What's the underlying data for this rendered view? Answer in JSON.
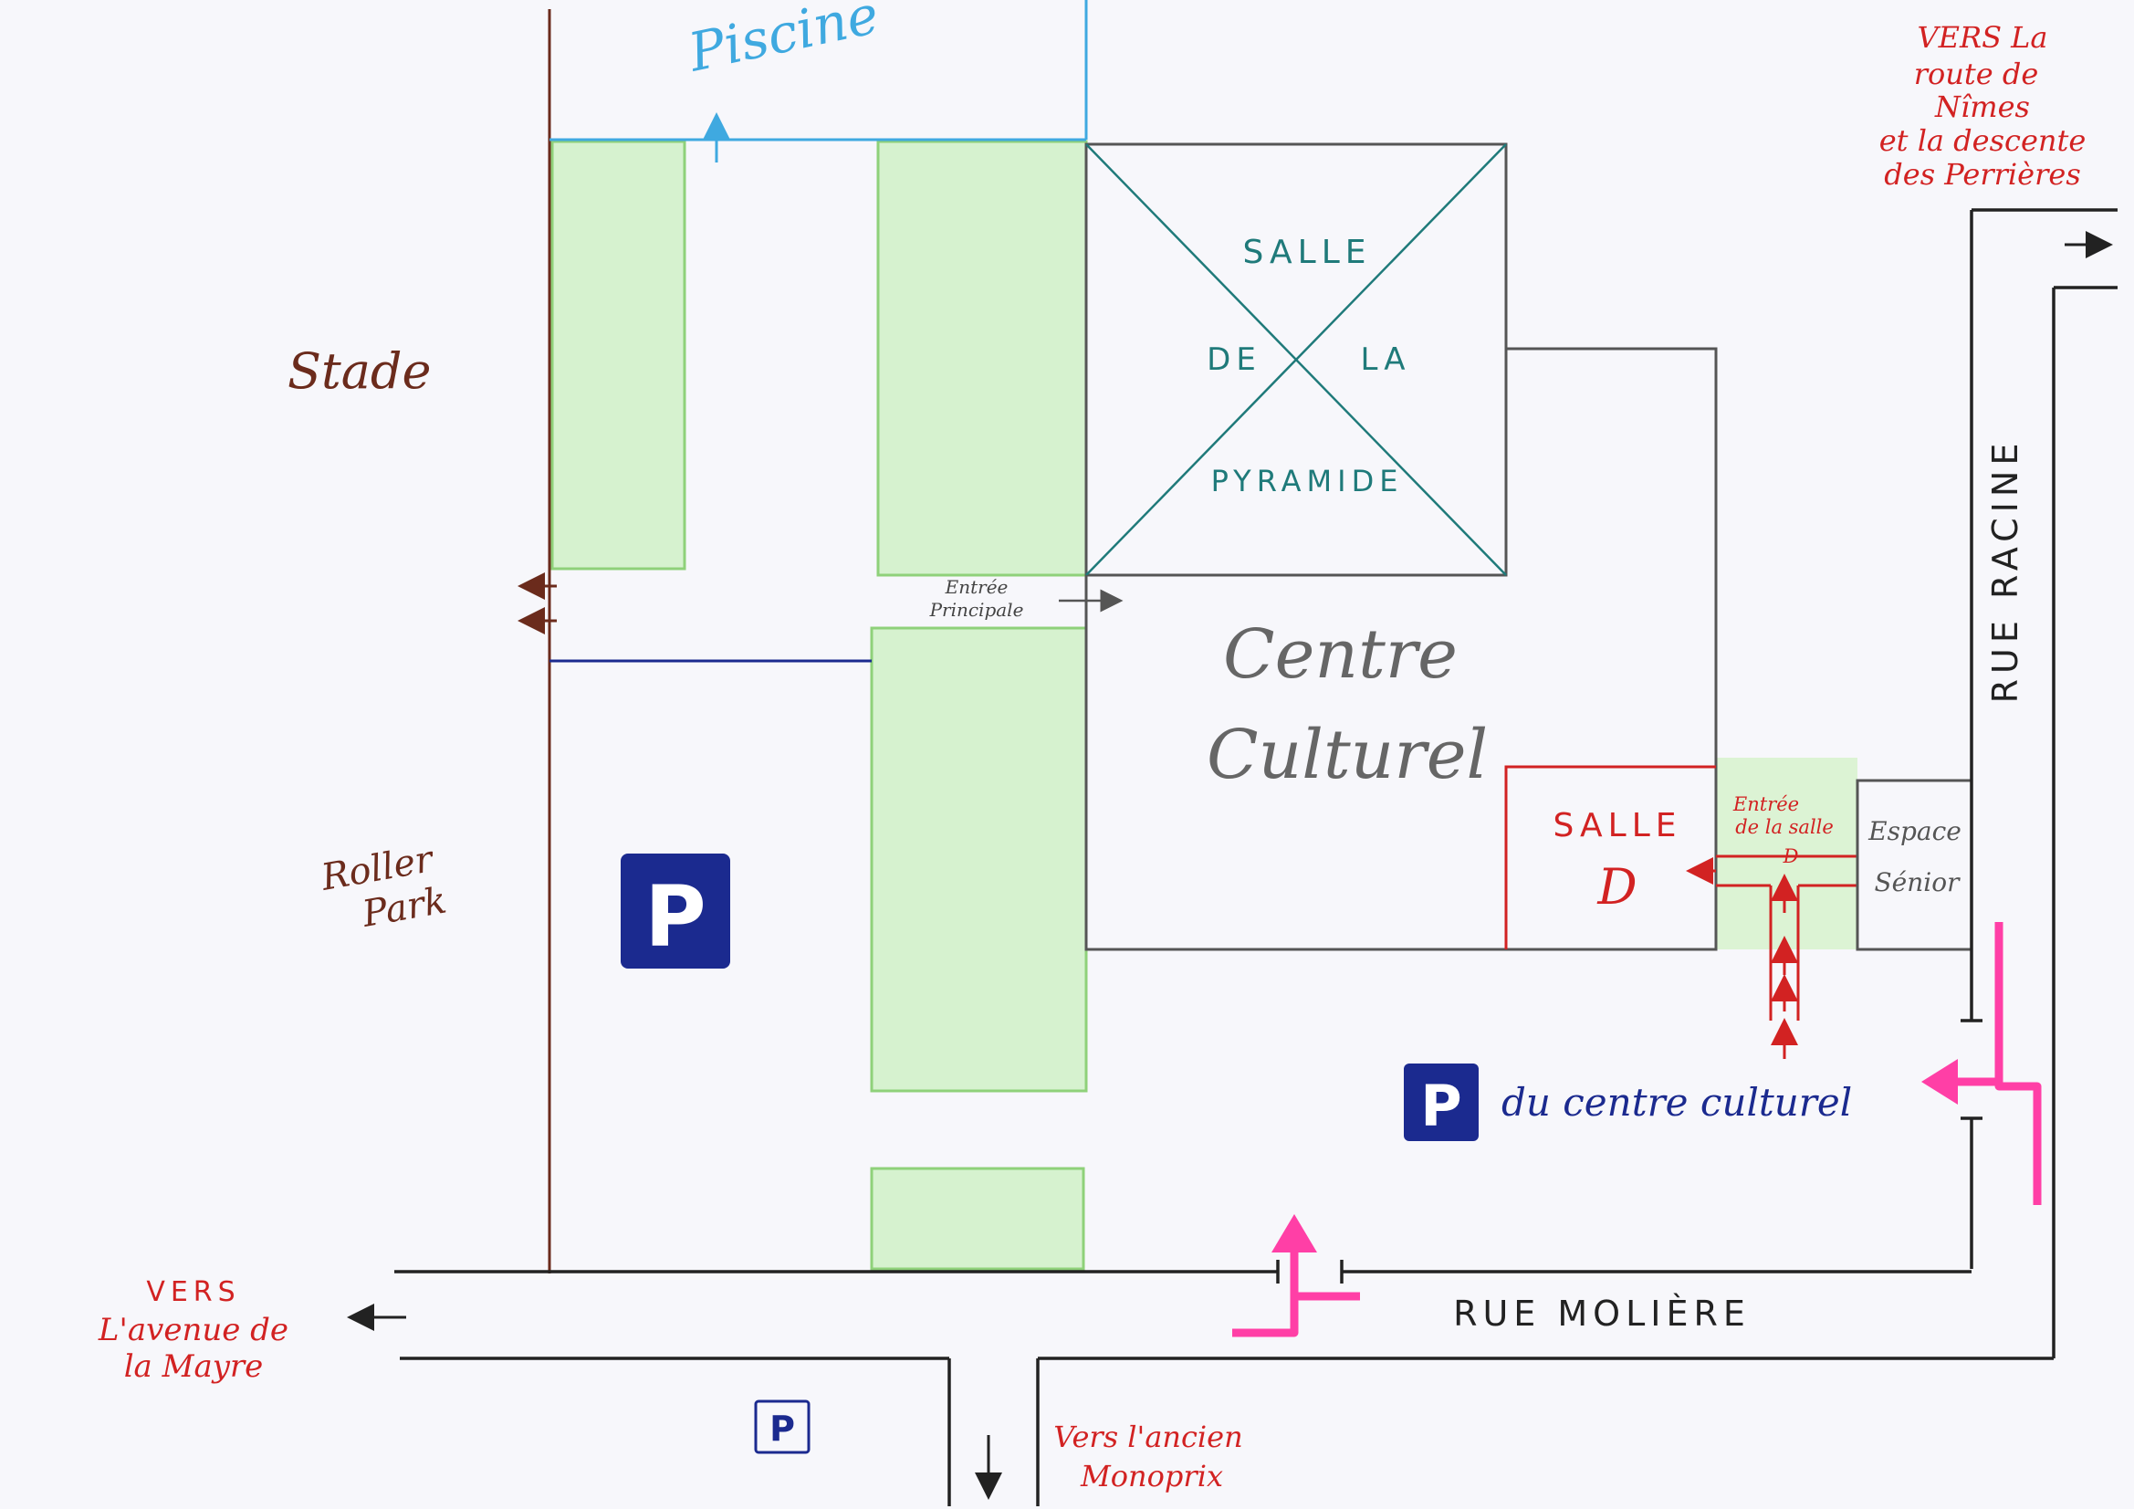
{
  "colors": {
    "paper": "#f7f7fb",
    "green": "#d6f2cf",
    "green_border": "#8fd17a",
    "road": "#222222",
    "brown": "#6b2b1c",
    "blue_water": "#3fa9e0",
    "teal": "#1f7a7a",
    "gray": "#555555",
    "red": "#d22222",
    "navy": "#1b2a8f",
    "pink": "#ff3fa6"
  },
  "labels": {
    "piscine": "Piscine",
    "stade": "Stade",
    "roller_line1": "Roller",
    "roller_line2": "Park",
    "entree_principale_1": "Entrée",
    "entree_principale_2": "Principale",
    "salle_pyramide": {
      "l1": "SALLE",
      "l2a": "DE",
      "l2b": "LA",
      "l3": "PYRAMIDE"
    },
    "centre_culturel_1": "Centre",
    "centre_culturel_2": "Culturel",
    "salle_d_1": "SALLE",
    "salle_d_2": "D",
    "entree_salle_d_1": "Entrée",
    "entree_salle_d_2": "de la salle",
    "entree_salle_d_3": "D",
    "espace_1": "Espace",
    "espace_2": "Sénior",
    "rue_racine": "RUE RACINE",
    "rue_moliere": "RUE MOLIÈRE",
    "parking_letter": "P",
    "parking_cc_text": "du centre culturel",
    "vers_nimes": [
      "VERS La",
      "route de",
      "Nîmes",
      "et la descente",
      "des Perrières"
    ],
    "vers_mayre": [
      "VERS",
      "L'avenue de",
      "la Mayre"
    ],
    "vers_monoprix": [
      "Vers l'ancien",
      "Monoprix"
    ]
  }
}
